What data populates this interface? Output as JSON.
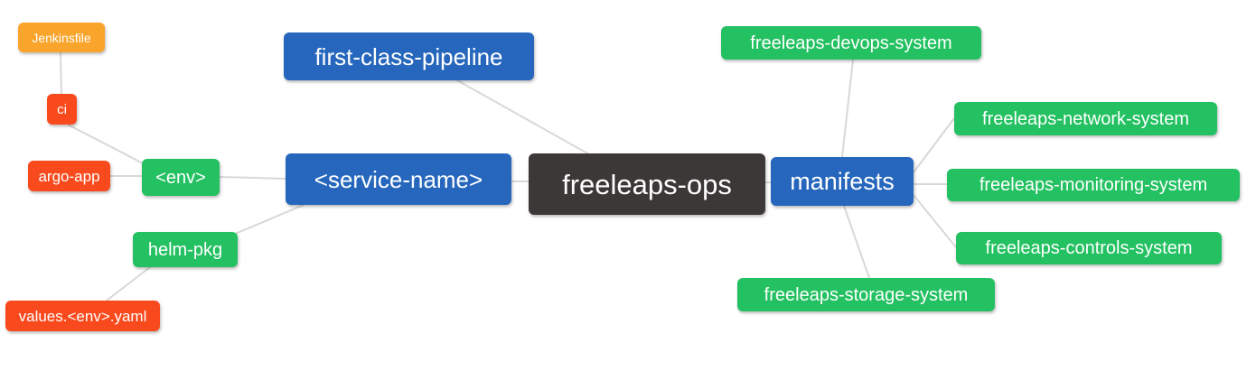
{
  "diagram": {
    "root_label": "freeleaps-ops",
    "palette": {
      "blue": "#2667BD",
      "green": "#23C161",
      "red": "#F94A1D",
      "orange": "#F9A52C",
      "dark": "#3B3837",
      "edge": "#D8D8D8",
      "node_text": "#FFFFFF",
      "background": "#FFFFFF"
    },
    "nodes": [
      {
        "id": "jenkinsfile",
        "label": "Jenkinsfile",
        "color": "orange"
      },
      {
        "id": "ci",
        "label": "ci",
        "color": "red"
      },
      {
        "id": "argo-app",
        "label": "argo-app",
        "color": "red"
      },
      {
        "id": "env",
        "label": "<env>",
        "color": "green"
      },
      {
        "id": "helm-pkg",
        "label": "helm-pkg",
        "color": "green"
      },
      {
        "id": "values-env-yaml",
        "label": "values.<env>.yaml",
        "color": "red"
      },
      {
        "id": "first-class-pipeline",
        "label": "first-class-pipeline",
        "color": "blue"
      },
      {
        "id": "service-name",
        "label": "<service-name>",
        "color": "blue"
      },
      {
        "id": "freeleaps-ops",
        "label": "freeleaps-ops",
        "color": "dark"
      },
      {
        "id": "manifests",
        "label": "manifests",
        "color": "blue"
      },
      {
        "id": "freeleaps-devops-system",
        "label": "freeleaps-devops-system",
        "color": "green"
      },
      {
        "id": "freeleaps-network-system",
        "label": "freeleaps-network-system",
        "color": "green"
      },
      {
        "id": "freeleaps-monitoring-system",
        "label": "freeleaps-monitoring-system",
        "color": "green"
      },
      {
        "id": "freeleaps-controls-system",
        "label": "freeleaps-controls-system",
        "color": "green"
      },
      {
        "id": "freeleaps-storage-system",
        "label": "freeleaps-storage-system",
        "color": "green"
      }
    ],
    "edges": [
      {
        "from": "Jenkinsfile",
        "to": "ci"
      },
      {
        "from": "ci",
        "to": "<env>"
      },
      {
        "from": "argo-app",
        "to": "<env>"
      },
      {
        "from": "<env>",
        "to": "<service-name>"
      },
      {
        "from": "helm-pkg",
        "to": "<service-name>"
      },
      {
        "from": "values.<env>.yaml",
        "to": "helm-pkg"
      },
      {
        "from": "first-class-pipeline",
        "to": "freeleaps-ops"
      },
      {
        "from": "<service-name>",
        "to": "freeleaps-ops"
      },
      {
        "from": "freeleaps-ops",
        "to": "manifests"
      },
      {
        "from": "manifests",
        "to": "freeleaps-devops-system"
      },
      {
        "from": "manifests",
        "to": "freeleaps-network-system"
      },
      {
        "from": "manifests",
        "to": "freeleaps-monitoring-system"
      },
      {
        "from": "manifests",
        "to": "freeleaps-controls-system"
      },
      {
        "from": "manifests",
        "to": "freeleaps-storage-system"
      }
    ]
  }
}
